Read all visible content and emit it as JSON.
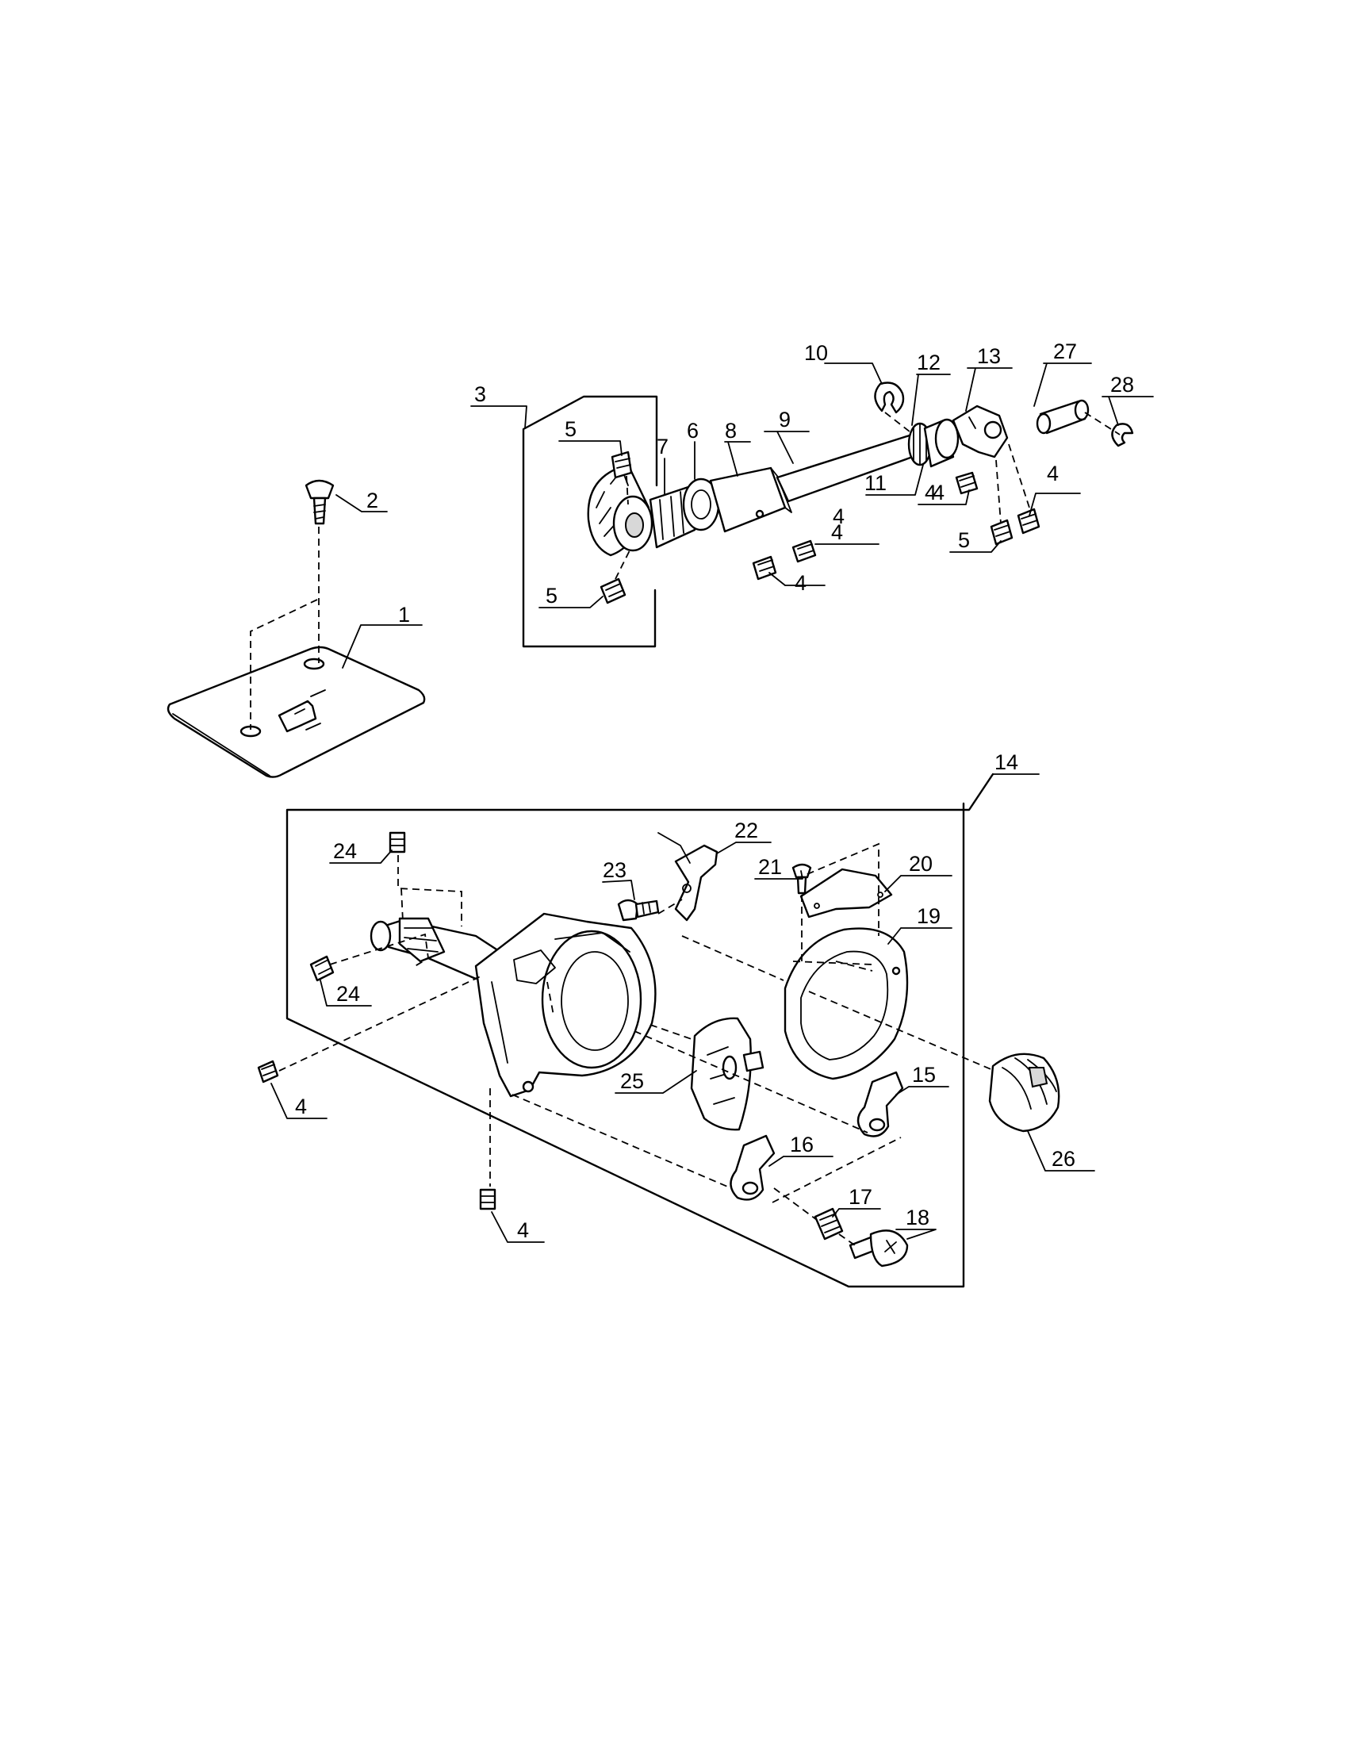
{
  "diagram": {
    "callouts": [
      {
        "id": "c1",
        "text": "1"
      },
      {
        "id": "c2",
        "text": "2"
      },
      {
        "id": "c3",
        "text": "3"
      },
      {
        "id": "c4a",
        "text": "4"
      },
      {
        "id": "c4b",
        "text": "4"
      },
      {
        "id": "c4c",
        "text": "4"
      },
      {
        "id": "c4d",
        "text": "4"
      },
      {
        "id": "c4e",
        "text": "4"
      },
      {
        "id": "c4f",
        "text": "4"
      },
      {
        "id": "c5a",
        "text": "5"
      },
      {
        "id": "c5b",
        "text": "5"
      },
      {
        "id": "c5c",
        "text": "5"
      },
      {
        "id": "c6",
        "text": "6"
      },
      {
        "id": "c7",
        "text": "7"
      },
      {
        "id": "c8",
        "text": "8"
      },
      {
        "id": "c9",
        "text": "9"
      },
      {
        "id": "c10",
        "text": "10"
      },
      {
        "id": "c11",
        "text": "11"
      },
      {
        "id": "c12",
        "text": "12"
      },
      {
        "id": "c13",
        "text": "13"
      },
      {
        "id": "c14",
        "text": "14"
      },
      {
        "id": "c15",
        "text": "15"
      },
      {
        "id": "c16",
        "text": "16"
      },
      {
        "id": "c17",
        "text": "17"
      },
      {
        "id": "c18",
        "text": "18"
      },
      {
        "id": "c19",
        "text": "19"
      },
      {
        "id": "c20",
        "text": "20"
      },
      {
        "id": "c21",
        "text": "21"
      },
      {
        "id": "c22",
        "text": "22"
      },
      {
        "id": "c23",
        "text": "23"
      },
      {
        "id": "c24a",
        "text": "24"
      },
      {
        "id": "c24b",
        "text": "24"
      },
      {
        "id": "c25",
        "text": "25"
      },
      {
        "id": "c26",
        "text": "26"
      },
      {
        "id": "c27",
        "text": "27"
      },
      {
        "id": "c28",
        "text": "28"
      },
      {
        "id": "c4g",
        "text": "4"
      },
      {
        "id": "c4h",
        "text": "4"
      }
    ]
  }
}
